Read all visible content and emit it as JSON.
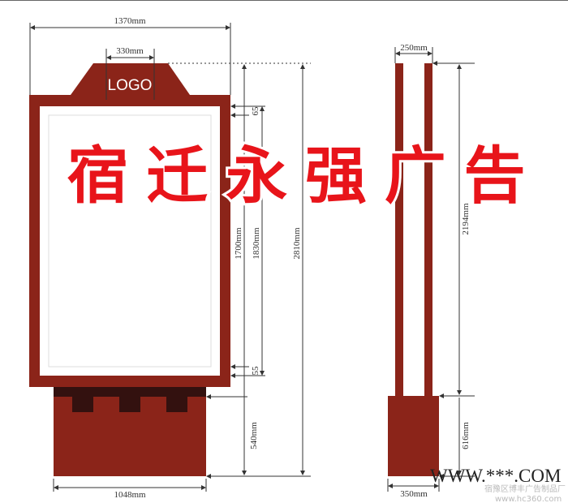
{
  "colors": {
    "frame": "#8b2419",
    "dark": "#33110f",
    "text_red": "#e8141a",
    "line": "#333333"
  },
  "front": {
    "logo": "LOGO",
    "dims": {
      "width_total": "1370mm",
      "logo_width": "330mm",
      "top_margin": "65",
      "bottom_margin": "55",
      "panel_height": "1700mm",
      "frame_height": "1830mm",
      "total_height": "2810mm",
      "base_height": "540mm",
      "base_width": "1048mm"
    }
  },
  "side": {
    "dims": {
      "top_width": "250mm",
      "pole_height": "2194mm",
      "base_height": "616mm",
      "base_width": "350mm"
    }
  },
  "overlay": {
    "company": "宿迁永强广告",
    "website": "WWW.***.COM",
    "watermark_line1": "宿豫区博丰广告制品厂",
    "watermark_line2": "www.hc360.com"
  }
}
